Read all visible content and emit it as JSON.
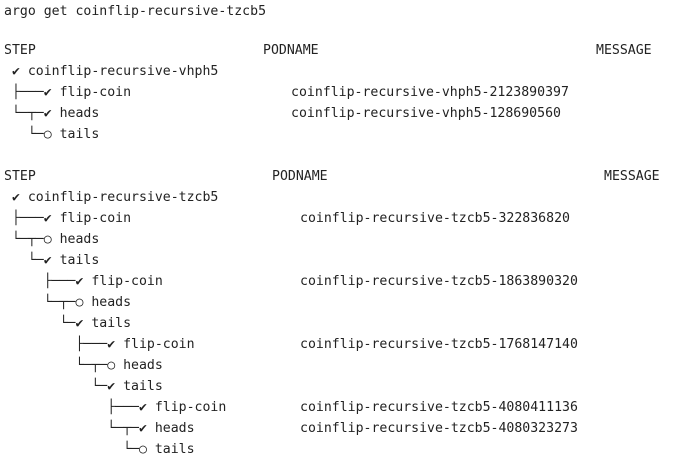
{
  "command": "argo get coinflip-recursive-tzcb5",
  "tables": [
    {
      "headers": {
        "step": "STEP",
        "podname": "PODNAME",
        "message": "MESSAGE"
      },
      "rows": [
        {
          "step": " ✔ coinflip-recursive-vhph5",
          "pod": ""
        },
        {
          "step": " ├───✔ flip-coin",
          "pod": "coinflip-recursive-vhph5-2123890397"
        },
        {
          "step": " └─┬─✔ heads",
          "pod": "coinflip-recursive-vhph5-128690560"
        },
        {
          "step": "   └─○ tails",
          "pod": ""
        }
      ]
    },
    {
      "headers": {
        "step": "STEP",
        "podname": "PODNAME",
        "message": "MESSAGE"
      },
      "rows": [
        {
          "step": " ✔ coinflip-recursive-tzcb5",
          "pod": ""
        },
        {
          "step": " ├───✔ flip-coin",
          "pod": "coinflip-recursive-tzcb5-322836820"
        },
        {
          "step": " └─┬─○ heads",
          "pod": ""
        },
        {
          "step": "   └─✔ tails",
          "pod": ""
        },
        {
          "step": "     ├───✔ flip-coin",
          "pod": "coinflip-recursive-tzcb5-1863890320"
        },
        {
          "step": "     └─┬─○ heads",
          "pod": ""
        },
        {
          "step": "       └─✔ tails",
          "pod": ""
        },
        {
          "step": "         ├───✔ flip-coin",
          "pod": "coinflip-recursive-tzcb5-1768147140"
        },
        {
          "step": "         └─┬─○ heads",
          "pod": ""
        },
        {
          "step": "           └─✔ tails",
          "pod": ""
        },
        {
          "step": "             ├───✔ flip-coin",
          "pod": "coinflip-recursive-tzcb5-4080411136"
        },
        {
          "step": "             └─┬─✔ heads",
          "pod": "coinflip-recursive-tzcb5-4080323273"
        },
        {
          "step": "               └─○ tails",
          "pod": ""
        }
      ]
    }
  ]
}
